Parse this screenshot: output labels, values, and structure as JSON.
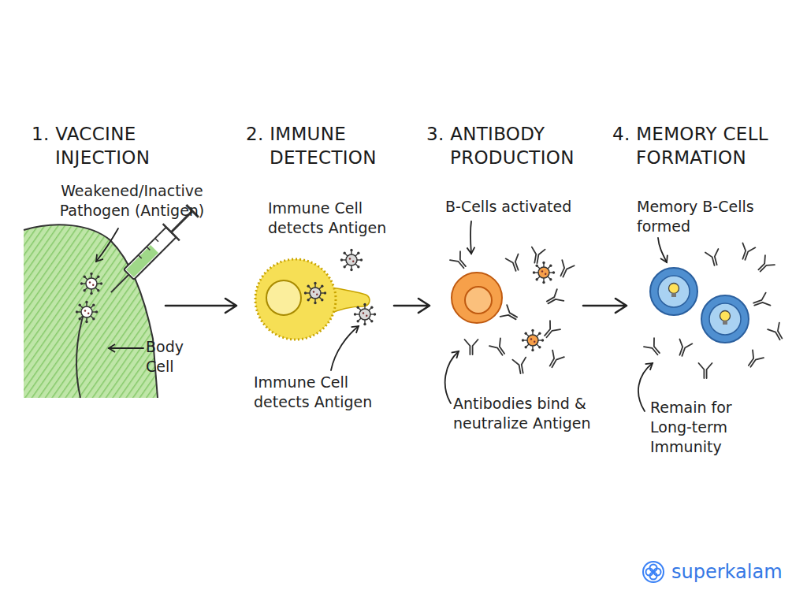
{
  "diagram": {
    "nodes": [
      {
        "text": [
          "1. VACCINE INJECTION",
          "Weakened/Inactive Pathogen (Antigen)",
          "Body Cell"
        ]
      },
      {
        "text": [
          "2. IMMUNE DETECTION",
          "Immune Cell detects Antigen",
          "Immune Cell detects Antigen"
        ]
      },
      {
        "text": [
          "3. ANTIBODY PRODUCTION",
          "B-Cells activated",
          "Antibodies bind & neutralize Antigen"
        ]
      },
      {
        "text": [
          "4. MEMORY CELL FORMATION",
          "Memory B-Cells formed",
          "Remain for Long-term Immunity"
        ]
      }
    ],
    "edges": [
      {
        "from": 0,
        "to": 1,
        "arrow": "to"
      },
      {
        "from": 1,
        "to": 2,
        "arrow": "to"
      },
      {
        "from": 2,
        "to": 3,
        "arrow": "to"
      }
    ],
    "labels": [
      "superkalam"
    ]
  }
}
